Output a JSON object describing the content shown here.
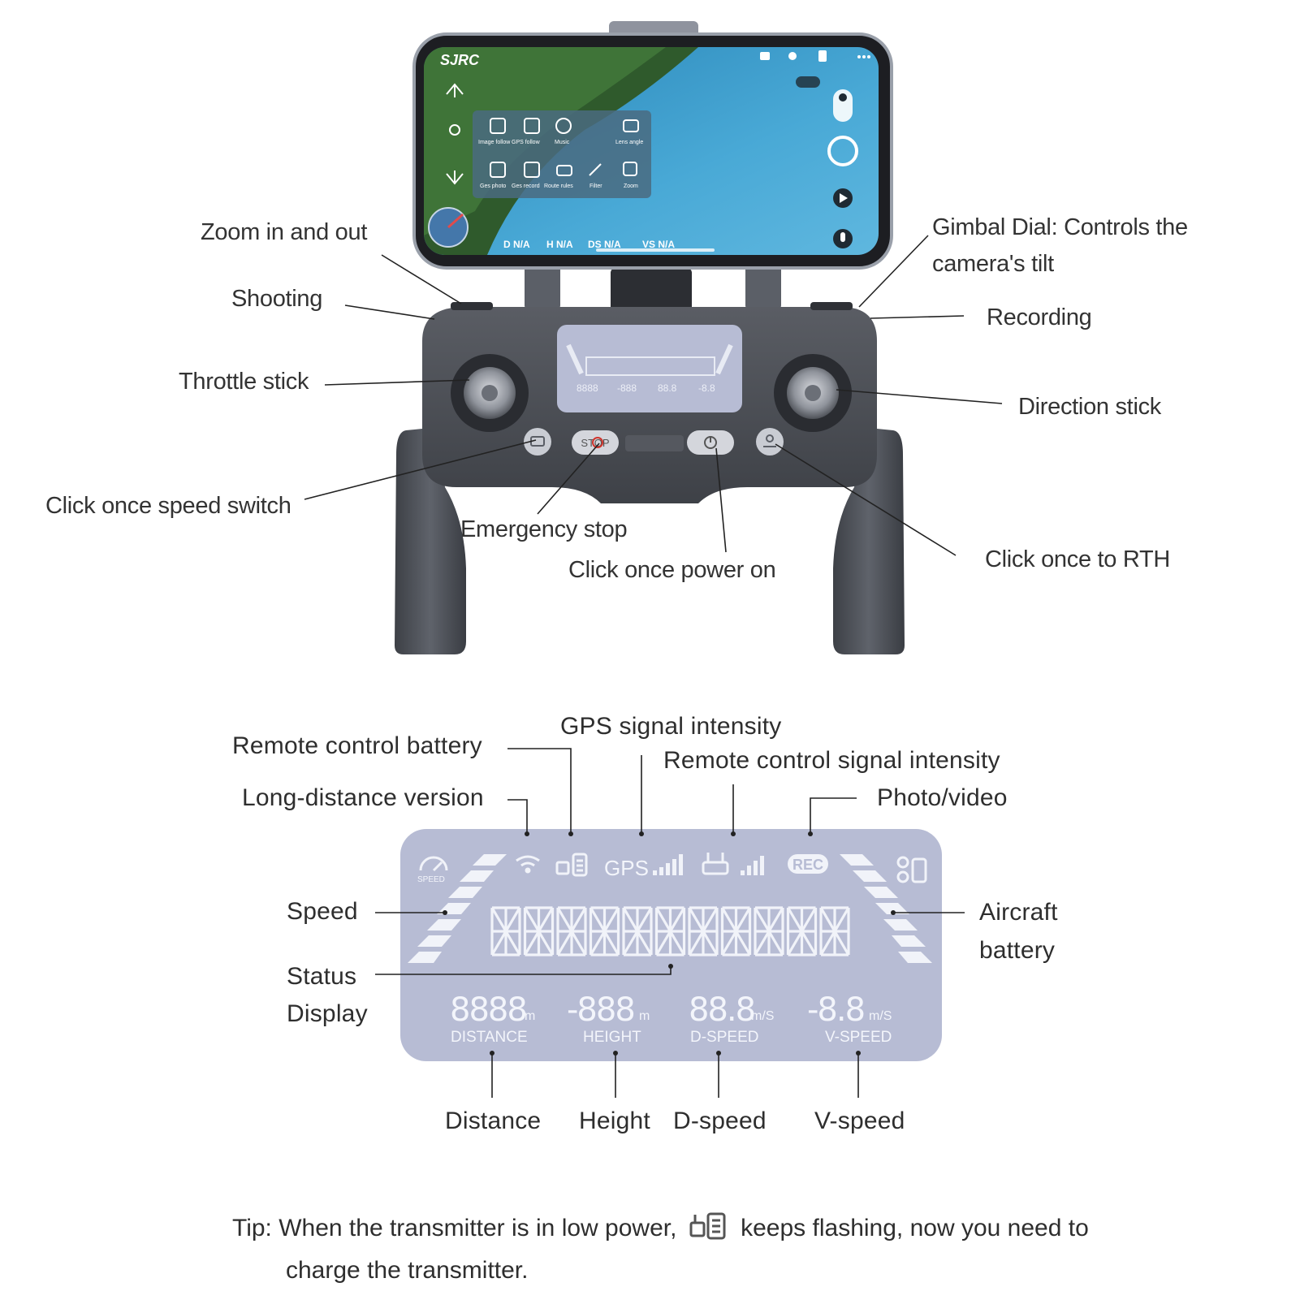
{
  "phone": {
    "brand": "SJRC",
    "menu_items": [
      "Image follow",
      "GPS follow",
      "Music",
      "Lens angle",
      "Ges photo",
      "Ges record",
      "Route rules",
      "Filter",
      "Zoom"
    ],
    "telemetry": [
      "D N/A",
      "H N/A",
      "DS N/A",
      "VS N/A"
    ]
  },
  "controller": {
    "stop_label": "STOP"
  },
  "labels": {
    "zoom": "Zoom in and out",
    "shooting": "Shooting",
    "throttle": "Throttle stick",
    "speed_switch": "Click once speed switch",
    "emergency": "Emergency stop",
    "power": "Click once power on",
    "gimbal": "Gimbal Dial: Controls the camera's tilt",
    "recording": "Recording",
    "direction": "Direction stick",
    "rth": "Click once to RTH"
  },
  "lcd": {
    "speed_icon": "SPEED",
    "gps": "GPS",
    "rec": "REC",
    "segments": [
      "8888",
      "-888",
      "88.8",
      "-8.8"
    ],
    "units": [
      "m",
      "m",
      "m/S",
      "m/S"
    ],
    "captions": [
      "DISTANCE",
      "HEIGHT",
      "D-SPEED",
      "V-SPEED"
    ]
  },
  "lcd_labels": {
    "rc_battery": "Remote control battery",
    "long_distance": "Long-distance version",
    "gps_signal": "GPS signal intensity",
    "rc_signal": "Remote control signal intensity",
    "photo_video": "Photo/video",
    "speed": "Speed",
    "status_display": "Status Display",
    "aircraft_battery": "Aircraft battery",
    "distance": "Distance",
    "height": "Height",
    "d_speed": "D-speed",
    "v_speed": "V-speed"
  },
  "tip": {
    "part1": "Tip: When the transmitter is in low power,",
    "part2": "keeps flashing, now you need to",
    "part3": "charge the transmitter."
  },
  "colors": {
    "lcd_bg": "#b7bcd4",
    "controller_body": "#4a4d54",
    "sea": "#3d9fce"
  }
}
